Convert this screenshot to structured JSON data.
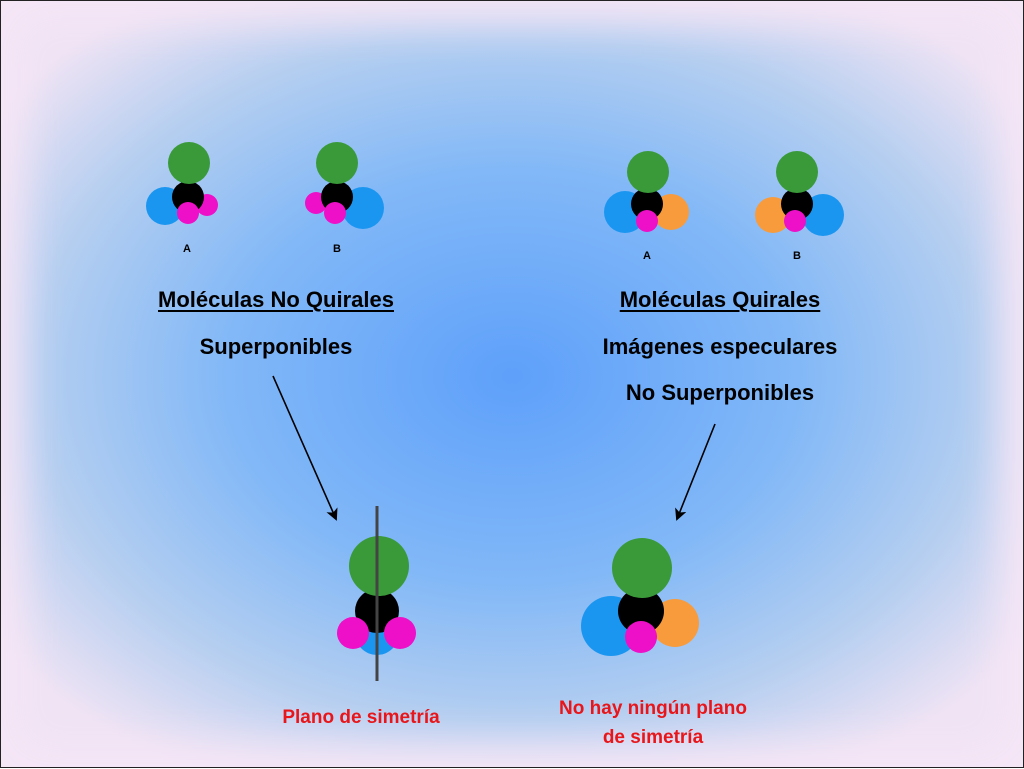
{
  "left": {
    "heading": "Moléculas No Quirales",
    "line1": "Superponibles",
    "captions": [
      "A",
      "B"
    ]
  },
  "right": {
    "heading": "Moléculas Quirales",
    "line1": "Imágenes especulares",
    "line2": "No Superponibles",
    "captions": [
      "A",
      "B"
    ]
  },
  "bottom": {
    "left_label": "Plano de simetría",
    "right_label_line1": "No hay ningún plano",
    "right_label_line2": "de simetría"
  },
  "colors": {
    "green": "#3a9a3a",
    "black": "#000000",
    "blue": "#1b96f0",
    "magenta": "#ee10c8",
    "orange": "#f79b3d",
    "red_text": "#e8161a"
  }
}
